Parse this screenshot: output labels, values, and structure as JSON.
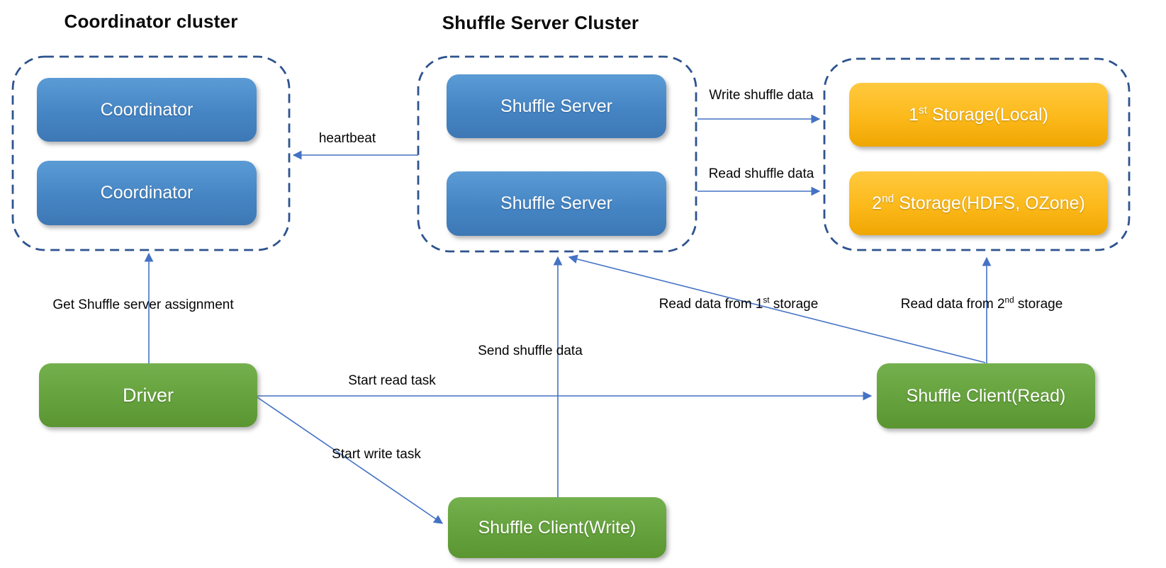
{
  "clusters": {
    "coordinator": {
      "title": "Coordinator cluster",
      "nodes": [
        "Coordinator",
        "Coordinator"
      ]
    },
    "shuffle_server": {
      "title": "Shuffle Server Cluster",
      "nodes": [
        "Shuffle Server",
        "Shuffle Server"
      ]
    },
    "storage": {
      "nodes": [
        {
          "pre": "1",
          "sup": "st",
          "post": " Storage(Local)"
        },
        {
          "pre": "2",
          "sup": "nd",
          "post": " Storage(HDFS, OZone)"
        }
      ]
    }
  },
  "nodes": {
    "driver": "Driver",
    "shuffle_client_write": "Shuffle Client(Write)",
    "shuffle_client_read": "Shuffle Client(Read)"
  },
  "edges": {
    "heartbeat": {
      "label": "heartbeat"
    },
    "write_shuffle_data": {
      "label": "Write shuffle data"
    },
    "read_shuffle_data": {
      "label": "Read shuffle data"
    },
    "get_shuffle_server_assignment": {
      "label": "Get Shuffle server assignment"
    },
    "start_read_task": {
      "label": "Start read task"
    },
    "start_write_task": {
      "label": "Start write task"
    },
    "send_shuffle_data": {
      "label": "Send shuffle data"
    },
    "read_data_from_first_storage": {
      "label_pre": "Read data from 1",
      "label_sup": "st",
      "label_post": " storage"
    },
    "read_data_from_second_storage": {
      "label_pre": "Read data from 2",
      "label_sup": "nd",
      "label_post": " storage"
    }
  },
  "colors": {
    "cluster_border": "#2e538e",
    "arrow": "#4472c4",
    "node_blue_top": "#5b9bd5",
    "node_blue_bottom": "#3e78b5",
    "node_orange_top": "#ffc93f",
    "node_orange_bottom": "#efa602",
    "node_green_top": "#74b04d",
    "node_green_bottom": "#5a9531",
    "node_text": "#ffffff",
    "label_text": "#050505",
    "background": "#ffffff"
  }
}
